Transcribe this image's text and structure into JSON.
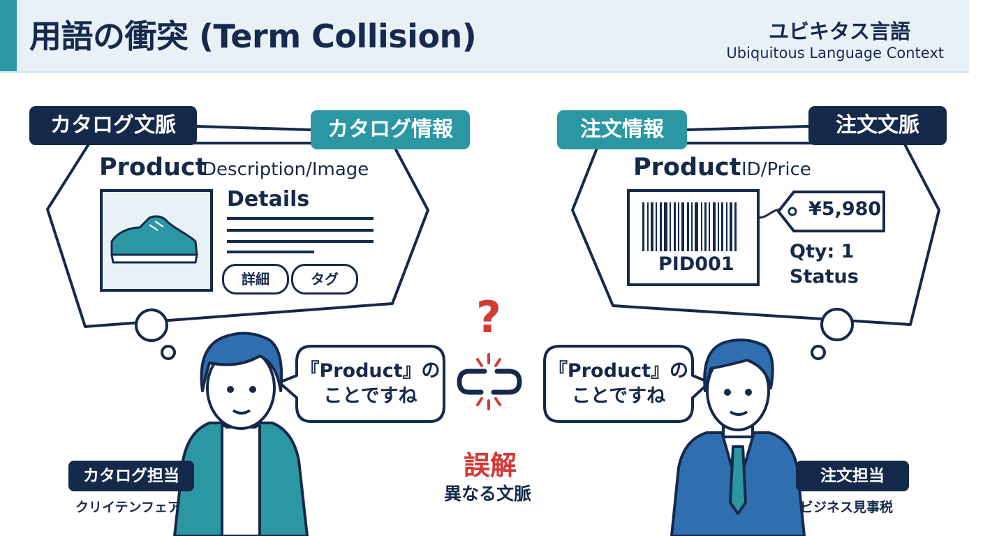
{
  "header": {
    "title": "用語の衝突 (Term Collision)",
    "brand_ja": "ユビキタス言語",
    "brand_en": "Ubiquitous Language Context"
  },
  "catalog": {
    "context_label": "カタログ文脈",
    "info_label": "カタログ情報",
    "product_word": "Product",
    "attributes": "Description/Image",
    "details_heading": "Details",
    "tags": [
      "詳細",
      "タグ"
    ],
    "image_icon": "sneaker-icon"
  },
  "order": {
    "context_label": "注文文脈",
    "info_label": "注文情報",
    "product_word": "Product",
    "attributes": "ID/Price",
    "barcode_id": "PID001",
    "price": "¥5,980",
    "qty": "Qty: 1",
    "status": "Status",
    "barcode_icon": "barcode-icon",
    "tag_icon": "price-tag-icon"
  },
  "conversation": {
    "left_line1": "『Product』の",
    "left_line2": "ことですね",
    "right_line1": "『Product』の",
    "right_line2": "ことですね"
  },
  "conflict": {
    "question_mark": "?",
    "label": "誤解",
    "sublabel": "異なる文脈",
    "icon": "broken-link-icon"
  },
  "people": {
    "left_role": "カタログ担当",
    "left_sub": "クリイテンフェア",
    "right_role": "注文担当",
    "right_sub": "ビジネス見事税"
  },
  "colors": {
    "navy": "#15294a",
    "teal": "#2b97a3",
    "red": "#d33a36",
    "header_bg": "#e8f1f6"
  }
}
